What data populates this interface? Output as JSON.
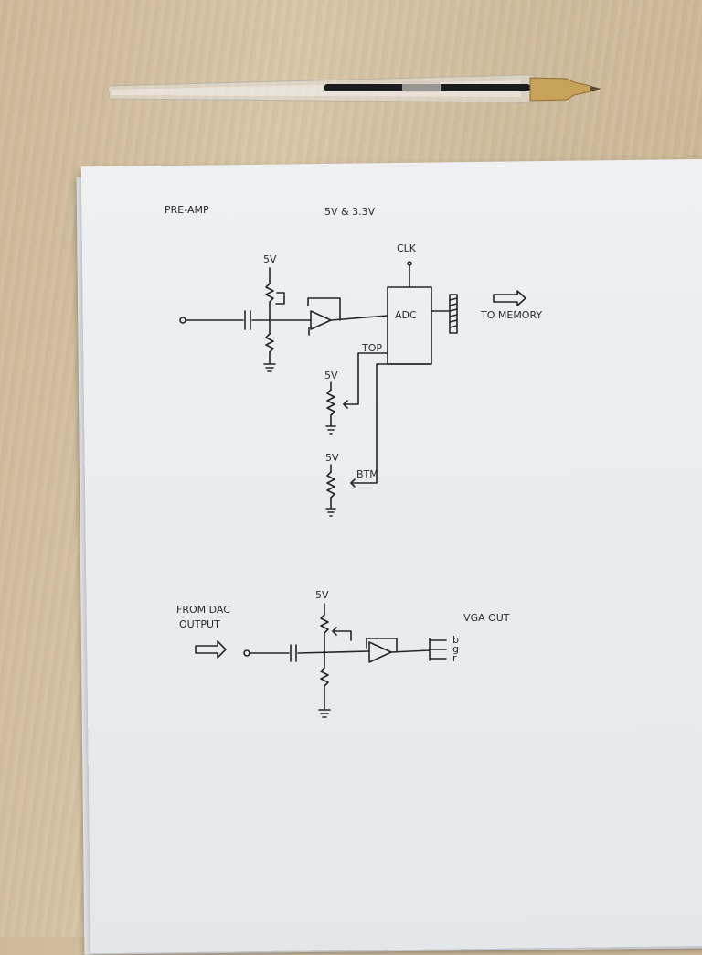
{
  "sketch": {
    "title": "PRE-AMP",
    "supply": "5V & 3.3V",
    "top_circuit": {
      "pot_supply": "5V",
      "clk": "CLK",
      "adc": "ADC",
      "to_memory": "TO MEMORY",
      "top": "TOP",
      "btm": "BTM",
      "supply_1": "5V",
      "supply_2": "5V"
    },
    "bottom_circuit": {
      "from_dac_line1": "FROM DAC",
      "from_dac_line2": "OUTPUT",
      "supply": "5V",
      "vga_out": "VGA OUT",
      "pin_b": "b",
      "pin_g": "g",
      "pin_r": "r"
    }
  },
  "colors": {
    "ink": "#26262a",
    "paper": "#eceef1",
    "desk": "#d2bf9f"
  }
}
